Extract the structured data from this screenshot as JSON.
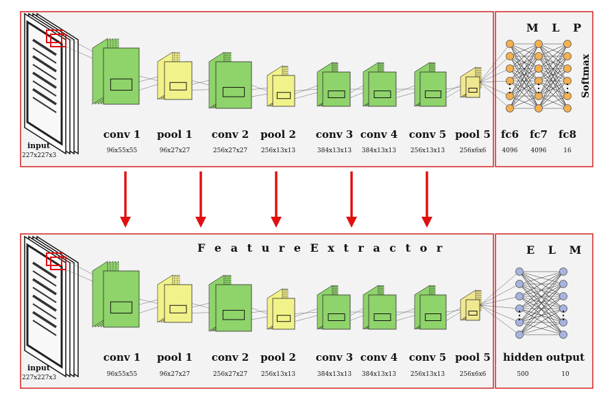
{
  "top_panel": {
    "input_label": "input",
    "input_dims": "227x227x3",
    "layers": [
      {
        "name": "conv 1",
        "dims": "96x55x55"
      },
      {
        "name": "pool 1",
        "dims": "96x27x27"
      },
      {
        "name": "conv 2",
        "dims": "256x27x27"
      },
      {
        "name": "pool 2",
        "dims": "256x13x13"
      },
      {
        "name": "conv 3",
        "dims": "384x13x13"
      },
      {
        "name": "conv 4",
        "dims": "384x13x13"
      },
      {
        "name": "conv 5",
        "dims": "256x13x13"
      },
      {
        "name": "pool 5",
        "dims": "256x6x6"
      }
    ],
    "head_title": "M L P",
    "softmax_label": "Softmax",
    "head_layers": [
      {
        "name": "fc6",
        "dims": "4096"
      },
      {
        "name": "fc7",
        "dims": "4096"
      },
      {
        "name": "fc8",
        "dims": "16"
      }
    ]
  },
  "bottom_panel": {
    "title": "F e a t u r e   E x t r a c t o r",
    "input_label": "input",
    "input_dims": "227x227x3",
    "layers": [
      {
        "name": "conv 1",
        "dims": "96x55x55"
      },
      {
        "name": "pool 1",
        "dims": "96x27x27"
      },
      {
        "name": "conv 2",
        "dims": "256x27x27"
      },
      {
        "name": "pool 2",
        "dims": "256x13x13"
      },
      {
        "name": "conv 3",
        "dims": "384x13x13"
      },
      {
        "name": "conv 4",
        "dims": "384x13x13"
      },
      {
        "name": "conv 5",
        "dims": "256x13x13"
      },
      {
        "name": "pool 5",
        "dims": "256x6x6"
      }
    ],
    "head_title": "E L M",
    "head_layers": [
      {
        "name": "hidden",
        "dims": "500"
      },
      {
        "name": "output",
        "dims": "10"
      }
    ]
  },
  "colors": {
    "conv": "#8fd36b",
    "pool": "#f2f28a",
    "pool5": "#f0e890",
    "panel_border": "#d42020",
    "arrow": "#e01010",
    "mlp_node": "#f5b050",
    "elm_node": "#a8b4e0",
    "panel_bg": "#f3f3f3"
  }
}
